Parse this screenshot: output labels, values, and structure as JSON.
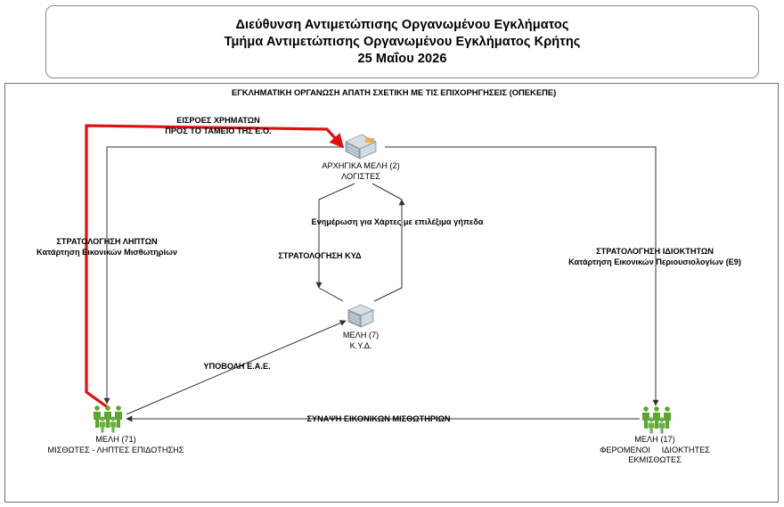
{
  "header": {
    "line1": "Διεύθυνση Αντιμετώπισης Οργανωμένου Εγκλήματος",
    "line2": "Τμήμα Αντιμετώπισης Οργανωμένου Εγκλήματος Κρήτης",
    "line3": "25 Μαΐου 2026"
  },
  "diagram": {
    "title": "ΕΓΚΛΗΜΑΤΙΚΗ ΟΡΓΑΝΩΣΗ ΑΠΑΤΗ ΣΧΕΤΙΚΗ ΜΕ ΤΙΣ ΕΠΙΧΟΡΗΓΗΣΕΙΣ (ΟΠΕΚΕΠΕ)",
    "flow_money": {
      "line1": "ΕΙΣΡΟΕΣ ΧΡΗΜΑΤΩΝ",
      "line2": "ΠΡΟΣ ΤΟ ΤΑΜΕΙΟ ΤΗΣ Ε.Ο."
    },
    "node_leaders": {
      "line1": "ΑΡΧΗΓΙΚΑ ΜΕΛΗ (2)",
      "line2": "ΛΟΓΙΣΤΕΣ",
      "icon": "building-icon"
    },
    "node_kyd": {
      "line1": "ΜΕΛΗ (7)",
      "line2": "Κ.Υ.Δ.",
      "icon": "building-icon"
    },
    "node_recipients": {
      "line1": "ΜΕΛΗ  (71)",
      "line2": "ΜΙΣΘΩΤΕΣ - ΛΗΠΤΕΣ ΕΠΙΔΟΤΗΣΗΣ",
      "icon": "people-group-icon"
    },
    "node_owners": {
      "line1": "ΜΕΛΗ  (17)",
      "line2": "ΦΕΡΟΜΕΝΟΙ     ΙΔΙΟΚΤΗΤΕΣ",
      "line3": "ΕΚΜΙΣΘΩΤΕΣ",
      "icon": "people-group-icon"
    },
    "flow_update": "Ενημέρωση για Χάρτες με επιλέξιμα γήπεδα",
    "flow_recruit_kyd": "ΣΤΡΑΤΟΛΟΓΗΣΗ ΚΥΔ",
    "flow_recruit_recipients": {
      "line1": "ΣΤΡΑΤΟΛΟΓΗΣΗ ΛΗΠΤΩΝ",
      "line2": "Κατάρτηση Εικονικών Μισθωτηρίων"
    },
    "flow_recruit_owners": {
      "line1": "ΣΤΡΑΤΟΛΟΓΗΣΗ ΙΔΙΟΚΤΗΤΩΝ",
      "line2": "Κατάρτηση Εικονικών Περιουσιολογίων (Ε9)"
    },
    "flow_submission": "ΥΠΟΒΟΛΗ Ε.Α.Ε.",
    "flow_leases": "ΣΥΝΑΨΗ ΕΙΚΟΝΙΚΩΝ ΜΙΣΘΩΤΗΡΙΩΝ",
    "colors": {
      "money_flow": "#e01010",
      "people": "#5aa832",
      "line": "#333333"
    }
  }
}
